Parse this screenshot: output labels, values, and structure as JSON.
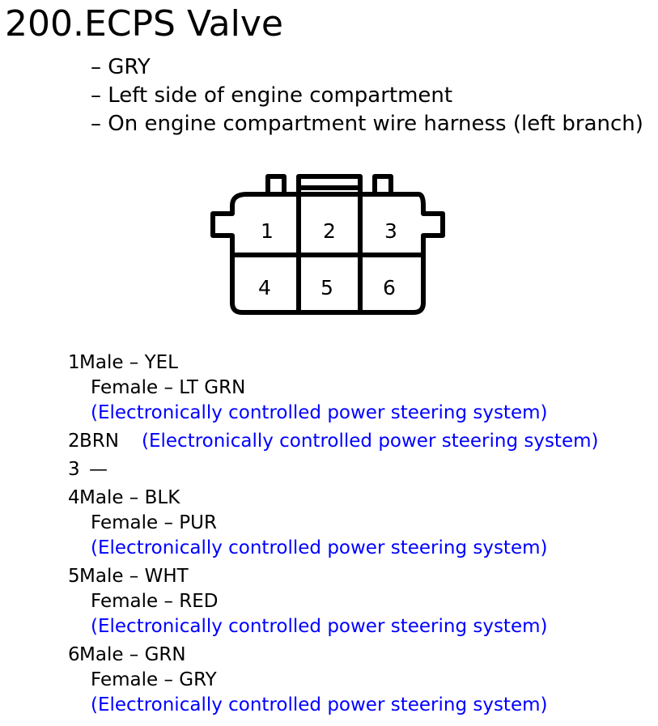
{
  "title": "200.ECPS Valve",
  "info": [
    "– GRY",
    "– Left side of engine compartment",
    "– On engine compartment wire harness (left branch)"
  ],
  "connector": {
    "cavities": [
      "1",
      "2",
      "3",
      "4",
      "5",
      "6"
    ]
  },
  "pins": [
    {
      "num": "1",
      "male": "Male – YEL",
      "female": "Female – LT GRN",
      "desc": "(Electronically controlled power steering system)"
    },
    {
      "num": "2",
      "wire": "BRN",
      "desc": "(Electronically controlled power steering system)"
    },
    {
      "num": "3",
      "wire": "—"
    },
    {
      "num": "4",
      "male": "Male – BLK",
      "female": "Female – PUR",
      "desc": "(Electronically controlled power steering system)"
    },
    {
      "num": "5",
      "male": "Male – WHT",
      "female": "Female – RED",
      "desc": "(Electronically controlled power steering system)"
    },
    {
      "num": "6",
      "male": "Male – GRN",
      "female": "Female – GRY",
      "desc": "(Electronically controlled power steering system)"
    }
  ]
}
